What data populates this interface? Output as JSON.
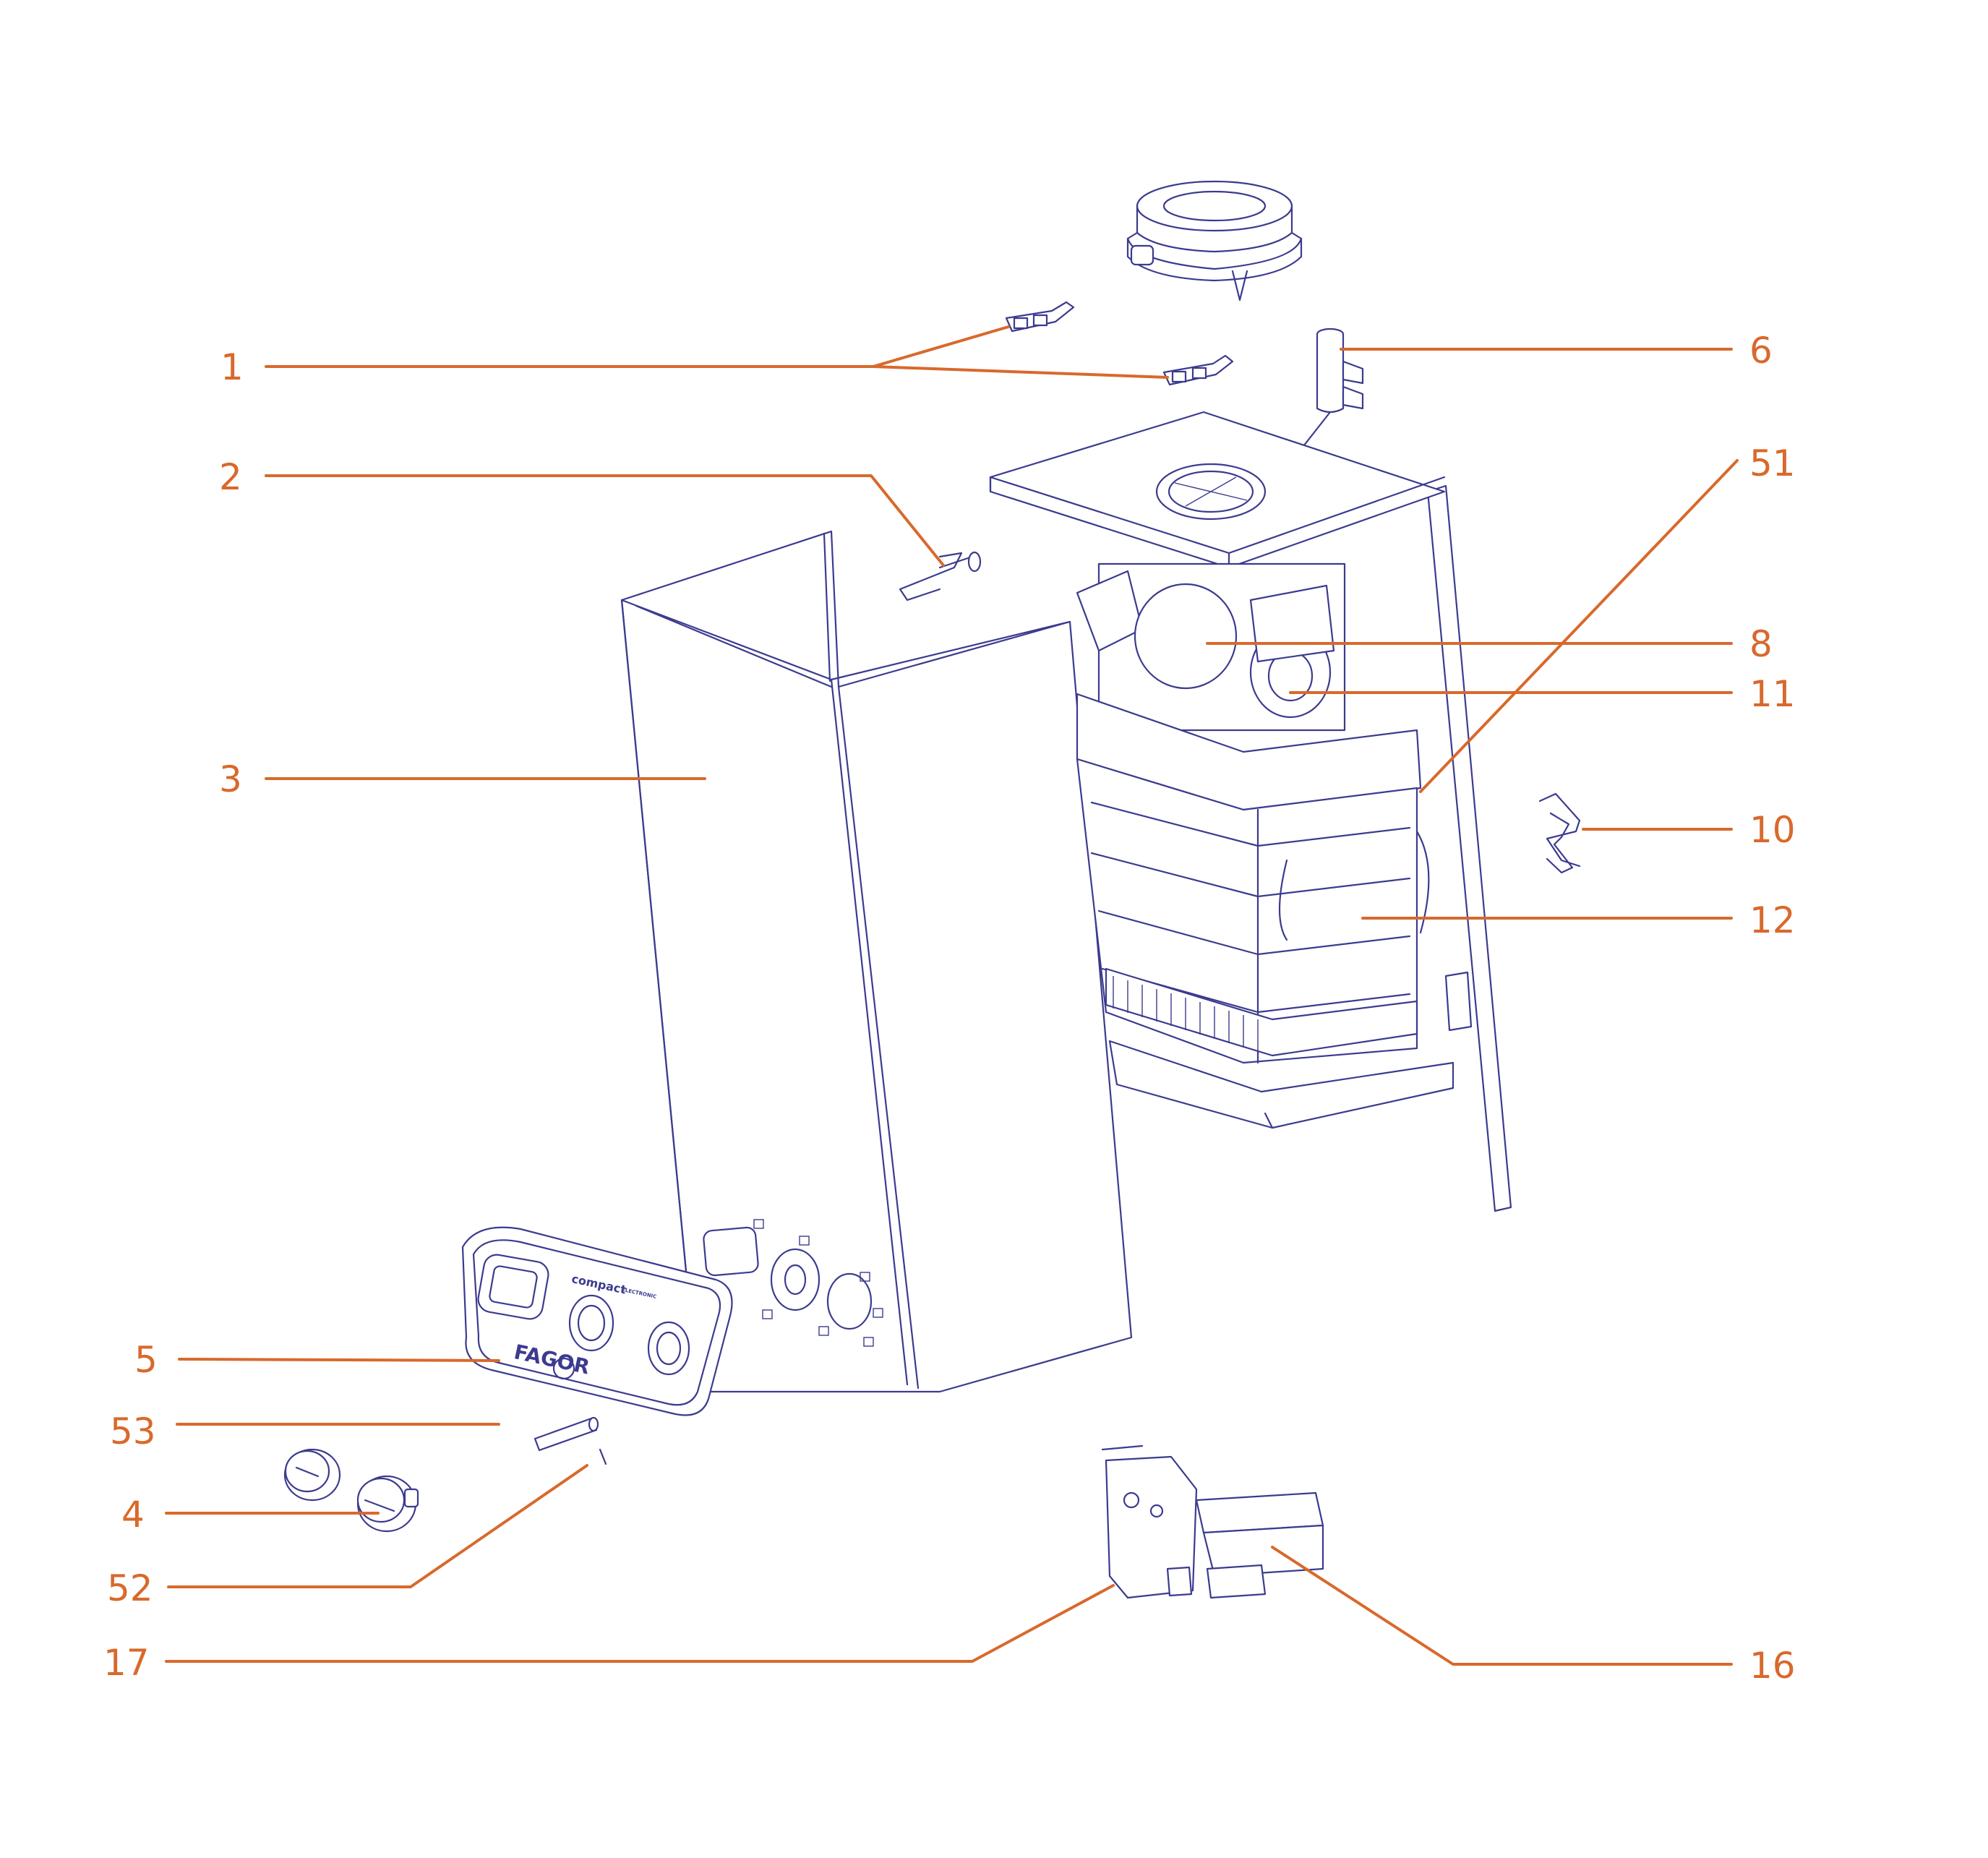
{
  "diagram": {
    "brand_logo": "FAGOR",
    "panel_model": "compact",
    "panel_model_small": "ELECTRONIC"
  },
  "callouts": [
    {
      "id": "1",
      "label": "1"
    },
    {
      "id": "2",
      "label": "2"
    },
    {
      "id": "3",
      "label": "3"
    },
    {
      "id": "5",
      "label": "5"
    },
    {
      "id": "53",
      "label": "53"
    },
    {
      "id": "4",
      "label": "4"
    },
    {
      "id": "52",
      "label": "52"
    },
    {
      "id": "17",
      "label": "17"
    },
    {
      "id": "6",
      "label": "6"
    },
    {
      "id": "51",
      "label": "51"
    },
    {
      "id": "8",
      "label": "8"
    },
    {
      "id": "11",
      "label": "11"
    },
    {
      "id": "10",
      "label": "10"
    },
    {
      "id": "12",
      "label": "12"
    },
    {
      "id": "16",
      "label": "16"
    }
  ],
  "colors": {
    "callout": "#d8692c",
    "linework": "#3b3b8f"
  }
}
